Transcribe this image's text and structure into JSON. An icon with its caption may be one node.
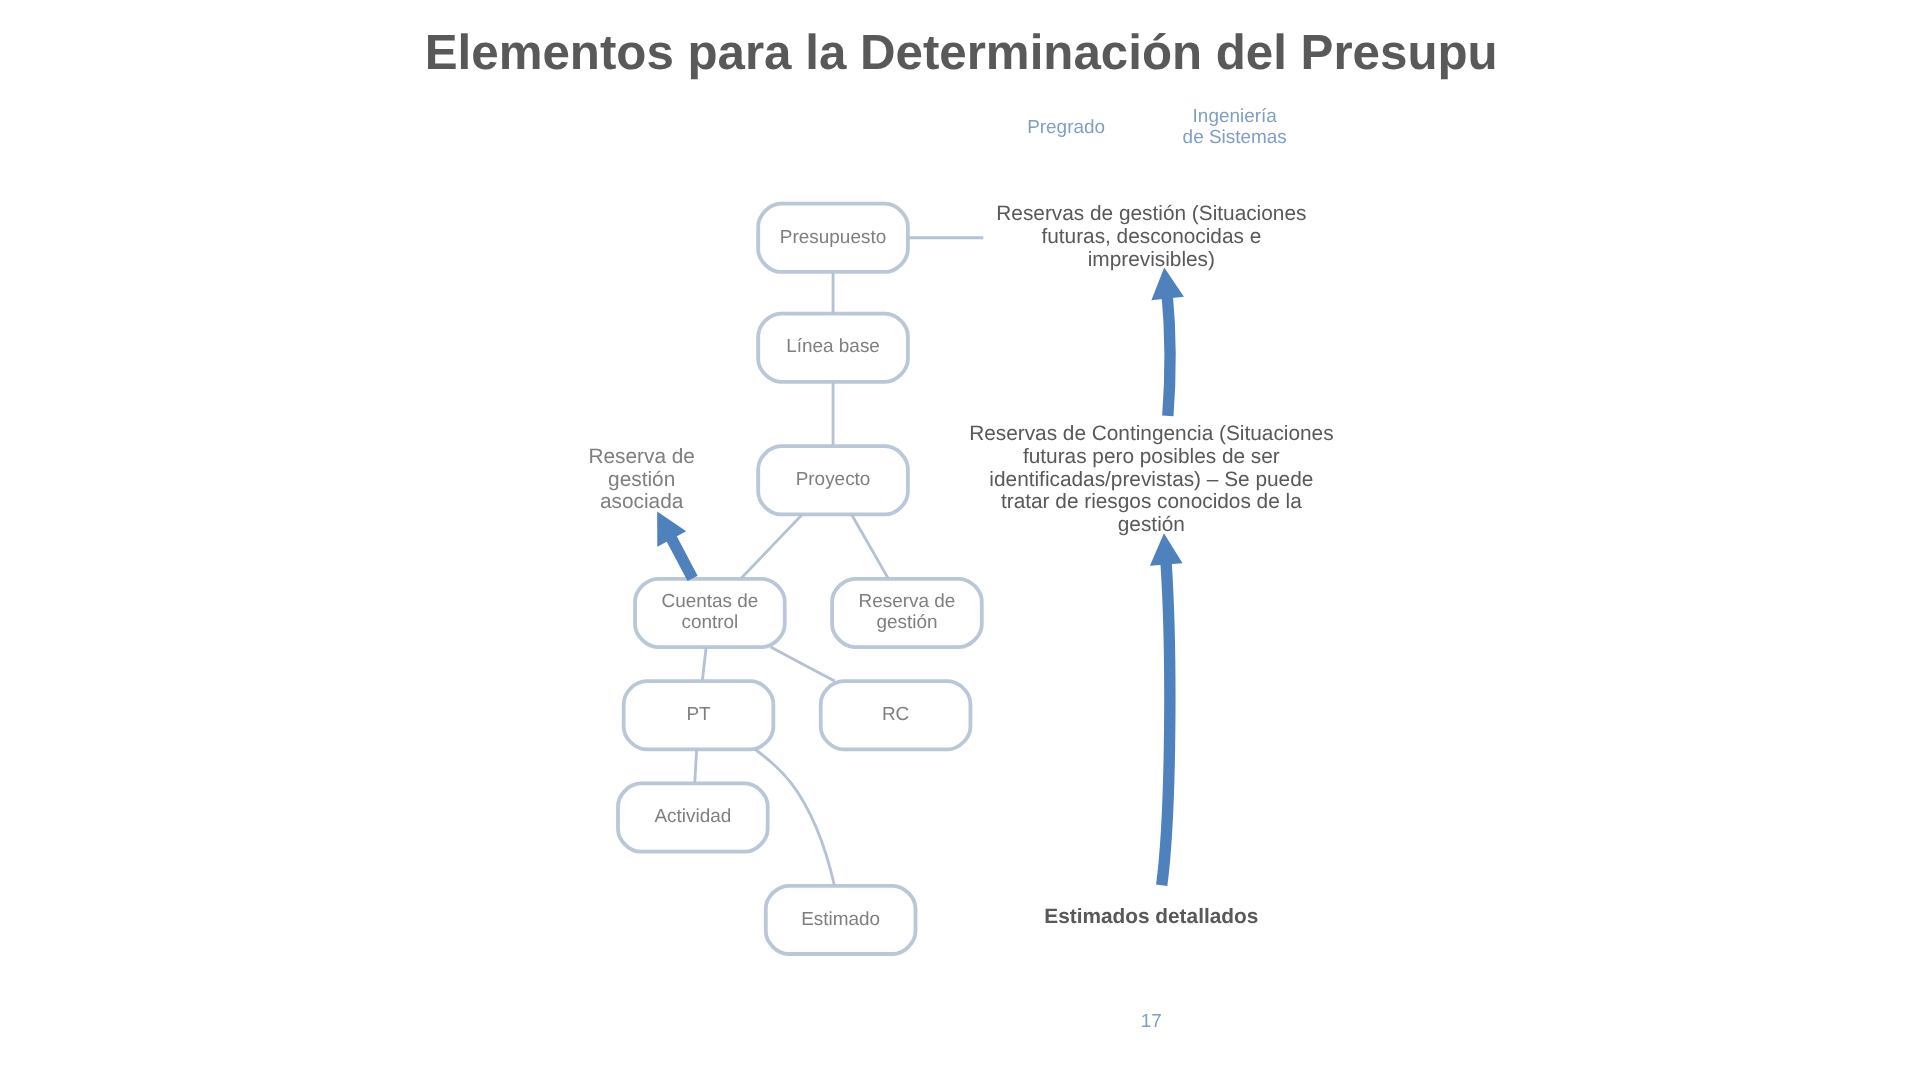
{
  "diagram": {
    "title": "Elementos para la Determinación del Presupu",
    "nodes": [
      {
        "text": [
          "Presupuesto"
        ]
      },
      {
        "text": [
          "Línea base"
        ]
      },
      {
        "text": [
          "Proyecto"
        ]
      },
      {
        "text": [
          "Cuentas de control"
        ]
      },
      {
        "text": [
          "Reserva de gestión"
        ]
      },
      {
        "text": [
          "PT"
        ]
      },
      {
        "text": [
          "RC"
        ]
      },
      {
        "text": [
          "Actividad"
        ]
      },
      {
        "text": [
          "Estimado"
        ]
      },
      {
        "text": [
          "Reserva de gestión asociada"
        ]
      },
      {
        "text": [
          "Reservas de gestión (Situaciones futuras, desconocidas e imprevisibles)"
        ]
      },
      {
        "text": [
          "Reservas de Contingencia (Situaciones futuras pero posibles de ser identificadas/previstas) – Se puede tratar de riesgos conocidos de la gestión"
        ]
      },
      {
        "text": [
          "Estimados detallados"
        ]
      }
    ],
    "edges": [
      {
        "from": 0,
        "to": 1,
        "arrow": "none"
      },
      {
        "from": 1,
        "to": 2,
        "arrow": "none"
      },
      {
        "from": 2,
        "to": 3,
        "arrow": "none"
      },
      {
        "from": 2,
        "to": 4,
        "arrow": "none"
      },
      {
        "from": 3,
        "to": 5,
        "arrow": "none"
      },
      {
        "from": 3,
        "to": 6,
        "arrow": "none"
      },
      {
        "from": 5,
        "to": 7,
        "arrow": "none"
      },
      {
        "from": 5,
        "to": 8,
        "arrow": "none"
      },
      {
        "from": 3,
        "to": 9,
        "arrow": "to",
        "style": "thick",
        "color": "#4f81bd"
      },
      {
        "from": 0,
        "to": 10,
        "arrow": "none"
      },
      {
        "from": 11,
        "to": 10,
        "arrow": "to",
        "style": "thick",
        "color": "#4f81bd"
      },
      {
        "from": 12,
        "to": 11,
        "arrow": "to",
        "style": "thick",
        "color": "#4f81bd"
      }
    ],
    "labels": [
      "Pregrado",
      "Ingeniería de Sistemas",
      "17"
    ]
  }
}
